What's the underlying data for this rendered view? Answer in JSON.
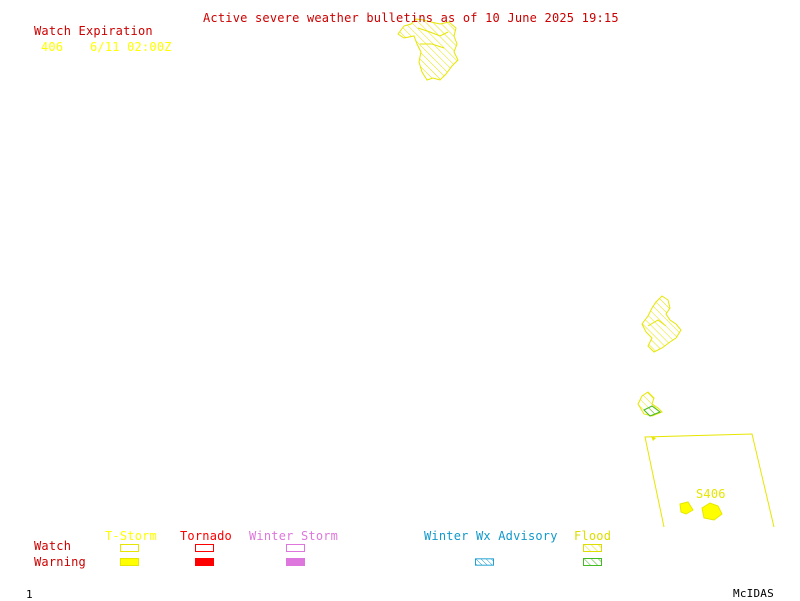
{
  "title": "Active severe weather bulletins as of 10 June 2025 19:15",
  "watch_expiration": {
    "header": "Watch Expiration",
    "entries": [
      {
        "number": "406",
        "expires": "6/11 02:00Z"
      }
    ]
  },
  "map_labels": {
    "watch_polygon_label": "S406"
  },
  "legend": {
    "row_labels": {
      "watch": "Watch",
      "warning": "Warning"
    },
    "categories": [
      {
        "key": "tstorm",
        "label": "T-Storm",
        "color": "#ffff00",
        "watch_style": "outline",
        "warning_style": "filled"
      },
      {
        "key": "tornado",
        "label": "Tornado",
        "color": "#ff0000",
        "watch_style": "outline",
        "warning_style": "filled"
      },
      {
        "key": "winter_storm",
        "label": "Winter Storm",
        "color": "#dd77dd",
        "watch_style": "outline",
        "warning_style": "filled"
      },
      {
        "key": "winter_wx_advisory",
        "label": "Winter Wx Advisory",
        "color": "#1199cc",
        "watch_style": "none",
        "warning_style": "hatched"
      },
      {
        "key": "flood",
        "label": "Flood",
        "color": "#dddd00",
        "warning_color": "#44bb22",
        "watch_style": "hatched",
        "warning_style": "hatched"
      }
    ]
  },
  "footer": {
    "frame_number": "1",
    "brand": "McIDAS"
  },
  "colors": {
    "title": "#cc0000",
    "tstorm": "#ffff00",
    "tornado": "#ff0000",
    "winter_storm": "#dd77dd",
    "winter_advisory": "#1199cc",
    "flood_watch": "#dddd00",
    "flood_warning": "#44bb22",
    "text_dark": "#000000"
  }
}
